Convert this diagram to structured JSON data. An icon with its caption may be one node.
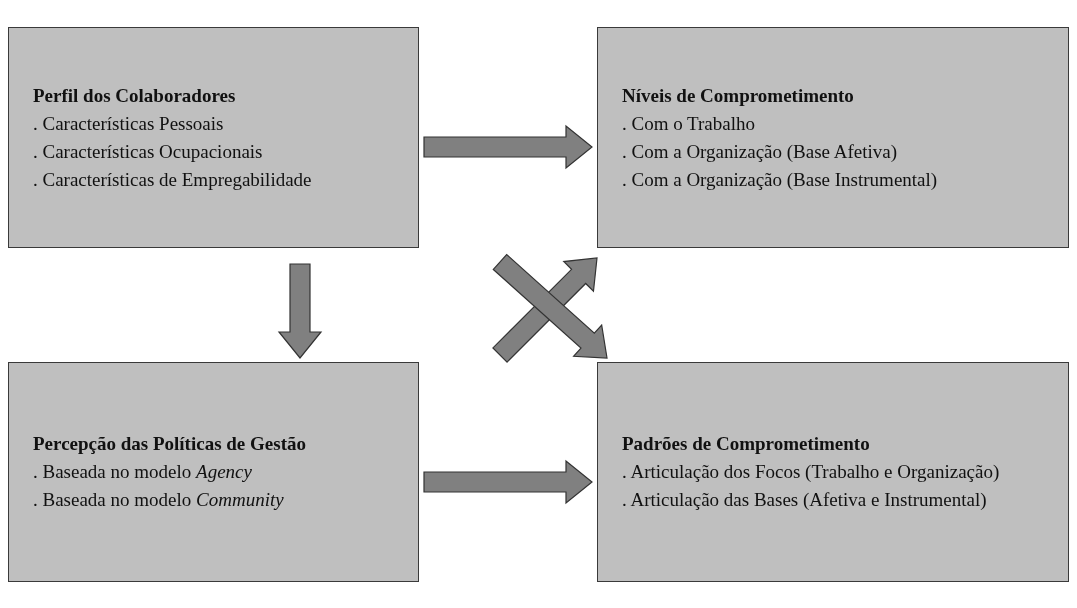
{
  "diagram": {
    "nodes": [
      {
        "text": [
          "Perfil dos Colaboradores",
          ". Características Pessoais",
          ". Características Ocupacionais",
          ". Características de Empregabilidade"
        ]
      },
      {
        "text": [
          "Níveis de Comprometimento",
          ". Com o Trabalho",
          ". Com a Organização (Base Afetiva)",
          ". Com a Organização (Base Instrumental)"
        ]
      },
      {
        "text": [
          "Percepção das Políticas de Gestão",
          ". Baseada no modelo *Agency*",
          ". Baseada no modelo *Community*"
        ]
      },
      {
        "text": [
          "Padrões de Comprometimento",
          ". Articulação dos Focos (Trabalho e Organização)",
          ". Articulação das Bases (Afetiva e Instrumental)"
        ]
      }
    ],
    "edges": [
      {
        "from": 0,
        "to": 1,
        "arrow": "to"
      },
      {
        "from": 0,
        "to": 2,
        "arrow": "to"
      },
      {
        "from": 2,
        "to": 1,
        "arrow": "to"
      },
      {
        "from": 0,
        "to": 3,
        "arrow": "to"
      },
      {
        "from": 2,
        "to": 3,
        "arrow": "to"
      }
    ]
  }
}
